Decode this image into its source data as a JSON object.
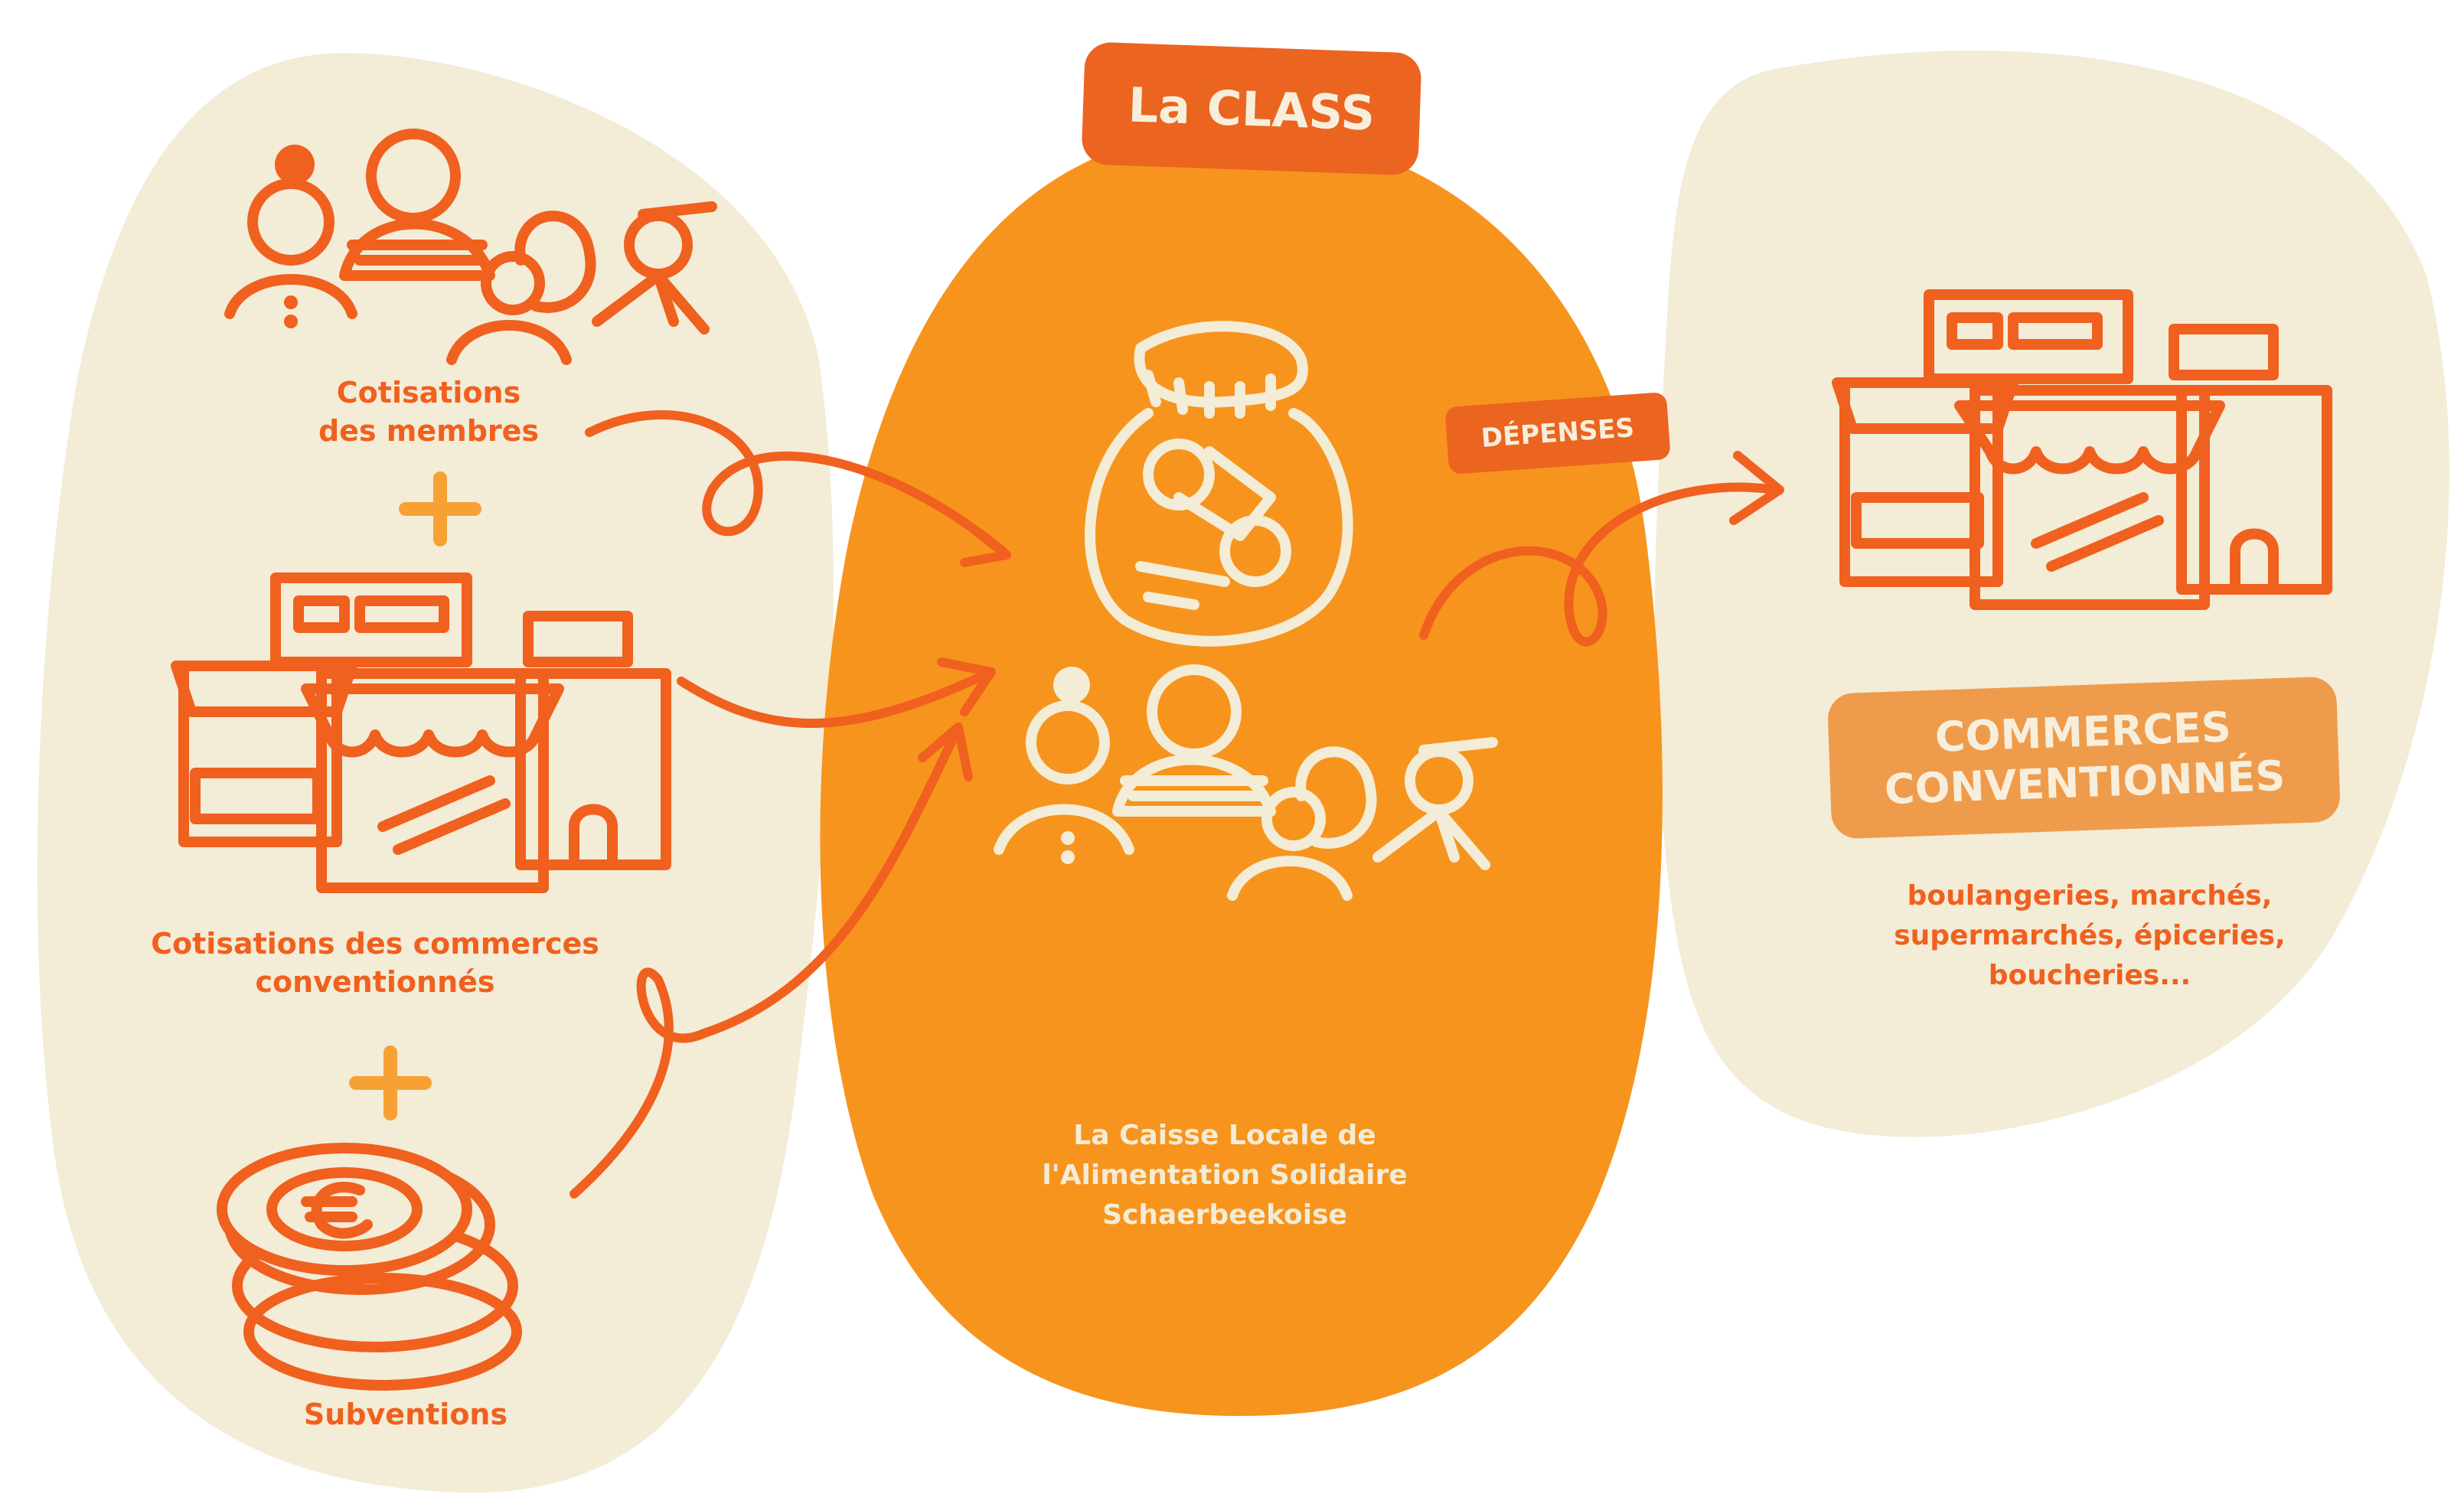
{
  "colors": {
    "cream": "#f3ecd6",
    "orange_blob": "#f7941d",
    "accent_orange": "#f0601e",
    "header_badge": "#eb6420",
    "commerce_badge": "#ef9b4c",
    "plus": "#f7a135"
  },
  "left": {
    "label_members_line1": "Cotisations",
    "label_members_line2": "des membres",
    "label_shops_line1": "Cotisations des commerces",
    "label_shops_line2": "conventionnés",
    "label_subsidies": "Subventions",
    "plus_sign": "+",
    "icons": [
      "people-group-icon",
      "shops-icon",
      "euro-coins-icon"
    ]
  },
  "center": {
    "header": "La CLASS",
    "caption_line1": "La Caisse Locale de",
    "caption_line2": "l'Alimentation Solidaire",
    "caption_line3": "Schaerbeekoise",
    "icons": [
      "coin-jar-icon",
      "people-group-icon"
    ]
  },
  "flow": {
    "depenses": "DÉPENSES"
  },
  "right": {
    "badge_line1": "COMMERCES",
    "badge_line2": "CONVENTIONNÉS",
    "desc_line1": "boulangeries, marchés,",
    "desc_line2": "supermarchés, épiceries,",
    "desc_line3": "boucheries...",
    "icons": [
      "shops-icon"
    ]
  }
}
